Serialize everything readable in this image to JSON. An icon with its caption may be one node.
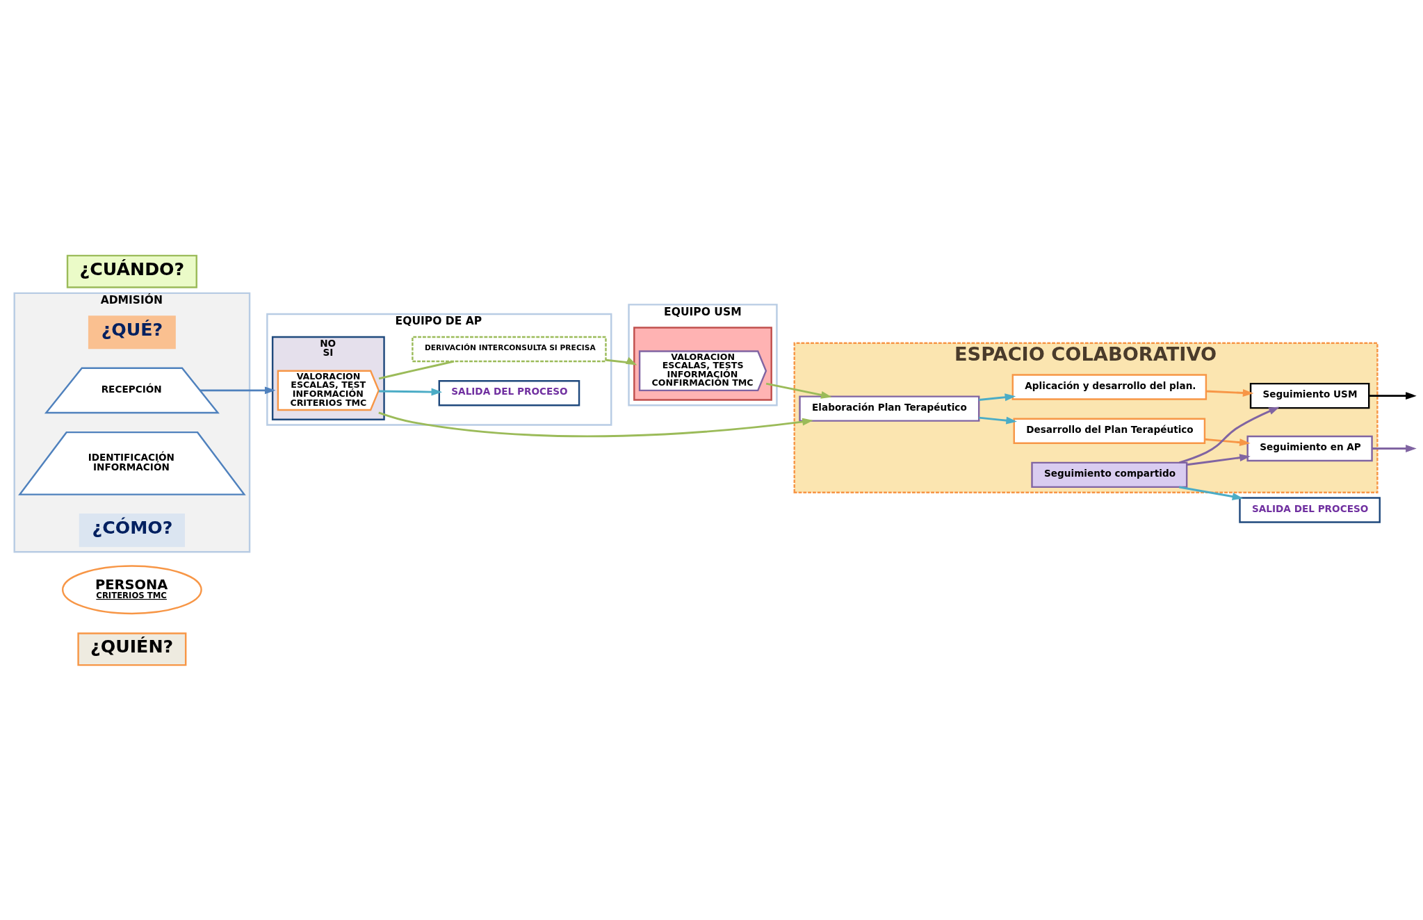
{
  "diagram": {
    "nodes": [
      {
        "text": [
          "¿QUIÉN?"
        ]
      },
      {
        "text": [
          "PERSONA",
          "CRITERIOS TMC"
        ]
      },
      {
        "text": [
          "ADMISIÓN"
        ]
      },
      {
        "text": [
          "¿QUÉ?"
        ],
        "in": 2
      },
      {
        "text": [
          "RECEPCIÓN"
        ],
        "in": 2
      },
      {
        "text": [
          "IDENTIFICACIÓN",
          "INFORMACIÓN"
        ],
        "in": 2
      },
      {
        "text": [
          "¿CÓMO?"
        ],
        "in": 2
      },
      {
        "text": [
          "EQUIPO DE AP"
        ]
      },
      {
        "text": [
          "NO",
          "SI"
        ],
        "in": 7
      },
      {
        "text": [
          "VALORACION",
          "ESCALAS, TEST",
          "INFORMACIÓN",
          "CRITERIOS TMC"
        ],
        "in": 8
      },
      {
        "text": [
          "SALIDA DEL PROCESO"
        ],
        "in": 7
      },
      {
        "text": [
          "DERIVACIÓN INTERCONSULTA SI PRECISA"
        ],
        "in": 7
      },
      {
        "text": [
          "EQUIPO USM"
        ]
      },
      {
        "text": [],
        "shape": "box",
        "in": 12
      },
      {
        "text": [
          "VALORACION",
          "ESCALAS, TESTS",
          "INFORMACIÓN",
          "CONFIRMACIÓN TMC"
        ],
        "in": 13
      },
      {
        "text": [
          "ESPACIO COLABORATIVO"
        ]
      },
      {
        "text": [
          "Elaboración Plan Terapéutico"
        ],
        "in": 15
      },
      {
        "text": [
          "Desarrollo del Plan Terapéutico"
        ],
        "in": 15
      },
      {
        "text": [
          "Seguimiento en AP"
        ],
        "in": 15
      },
      {
        "text": [
          "Seguimiento compartido"
        ],
        "in": 15
      },
      {
        "text": [
          "Aplicación y desarrollo del plan."
        ],
        "in": 15
      },
      {
        "text": [
          "Seguimiento USM"
        ],
        "in": 15
      },
      {
        "text": [
          "SALIDA DEL PROCESO"
        ]
      },
      {
        "text": [
          "¿CUÁNDO?"
        ]
      }
    ],
    "edges": [
      {
        "from": 4,
        "to": 8,
        "arrow": "to",
        "color": "#4f81bd"
      },
      {
        "from": 9,
        "to": 10,
        "arrow": "to"
      },
      {
        "from": 9,
        "to": 16,
        "arrow": "to",
        "color": "#9bbb59"
      },
      {
        "from": 9,
        "to": 11,
        "arrow": "none",
        "color": "#9bbb59"
      },
      {
        "from": 11,
        "to": 13,
        "arrow": "to",
        "color": "#9bbb59"
      },
      {
        "from": 14,
        "to": 16,
        "arrow": "to",
        "color": "#9bbb59"
      },
      {
        "from": 16,
        "to": 17,
        "arrow": "to"
      },
      {
        "from": 16,
        "to": 20,
        "arrow": "to"
      },
      {
        "from": 17,
        "to": 18,
        "arrow": "to",
        "color": "#f79646"
      },
      {
        "from": 18,
        "to": null,
        "arrow": "to",
        "color": "#8064a2"
      },
      {
        "from": 19,
        "to": 18,
        "arrow": "to",
        "color": "#8064a2"
      },
      {
        "from": 19,
        "to": 21,
        "arrow": "to",
        "color": "#8064a2"
      },
      {
        "from": 20,
        "to": 21,
        "arrow": "to",
        "color": "#f79646"
      },
      {
        "from": 21,
        "to": null,
        "arrow": "to",
        "color": "#000000"
      },
      {
        "from": 19,
        "to": 22,
        "arrow": "to"
      }
    ]
  }
}
